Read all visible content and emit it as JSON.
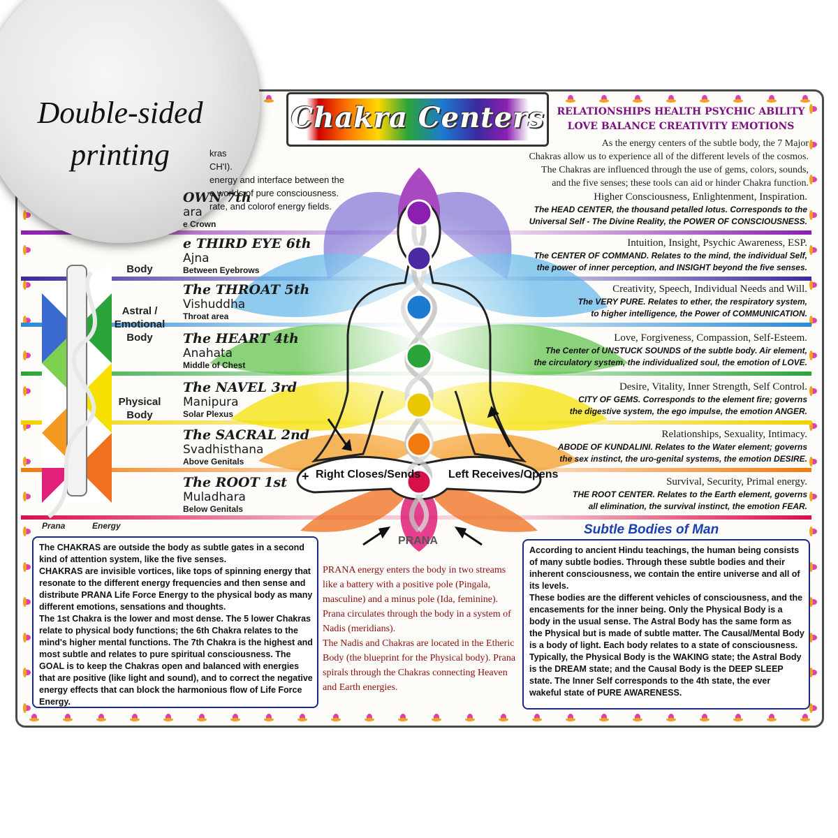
{
  "sticker": {
    "line1": "Double-sided",
    "line2": "printing"
  },
  "title": "Chakra Centers",
  "keywords": {
    "line1": "RELATIONSHIPS   HEALTH   PSYCHIC ABILITY",
    "line2": "LOVE   BALANCE   CREATIVITY   EMOTIONS"
  },
  "intro_right": [
    "As the energy centers of the subtle body, the 7 Major",
    "Chakras allow us to experience all of the different levels of the cosmos.",
    "The Chakras are influenced through the use of gems, colors, sounds,",
    "and the five senses; these tools can aid or hinder Chakra function."
  ],
  "intro_left": [
    "kras",
    "CH'I).",
    "energy and interface between the",
    "e worlds of pure consciousness.",
    "rate, and colorof energy fields."
  ],
  "body_labels": [
    {
      "text": "Body"
    },
    {
      "text": "Astral / Emotional Body"
    },
    {
      "text": "Physical Body"
    }
  ],
  "chakras": [
    {
      "name": "OWN 7th",
      "sanskrit": "ara",
      "location": "e Crown",
      "color": "#8a1fb0",
      "quality": "Higher Consciousness, Enlightenment, Inspiration.",
      "desc": [
        "The HEAD CENTER, the thousand petalled lotus. Corresponds to the",
        "Universal Self - The Divine Reality,  the POWER OF CONSCIOUSNESS."
      ]
    },
    {
      "name": "e THIRD EYE 6th",
      "sanskrit": "Ajna",
      "location": "Between Eyebrows",
      "color": "#3a2aa0",
      "quality": "Intuition, Insight, Psychic Awareness, ESP.",
      "desc": [
        "The CENTER OF COMMAND. Relates to the mind, the individual Self,",
        "the power of inner perception, and INSIGHT beyond the five senses."
      ]
    },
    {
      "name": "The THROAT 5th",
      "sanskrit": "Vishuddha",
      "location": "Throat area",
      "color": "#2a8ad8",
      "quality": "Creativity, Speech, Individual Needs and Will.",
      "desc": [
        "The VERY PURE. Relates to ether, the respiratory system,",
        "to higher intelligence, the Power of COMMUNICATION."
      ]
    },
    {
      "name": "The HEART 4th",
      "sanskrit": "Anahata",
      "location": "Middle of Chest",
      "color": "#2aa43a",
      "quality": "Love, Forgiveness, Compassion, Self-Esteem.",
      "desc": [
        "The Center of UNSTUCK SOUNDS of the subtle body. Air element,",
        "the circulatory system, the individualized soul, the emotion of LOVE."
      ]
    },
    {
      "name": "The NAVEL 3rd",
      "sanskrit": "Manipura",
      "location": "Solar Plexus",
      "color": "#f2d000",
      "quality": "Desire, Vitality, Inner Strength, Self Control.",
      "desc": [
        "CITY OF GEMS. Corresponds to the element fire; governs",
        "the digestive system, the ego impulse, the emotion ANGER."
      ]
    },
    {
      "name": "The SACRAL 2nd",
      "sanskrit": "Svadhisthana",
      "location": "Above Genitals",
      "color": "#f07a10",
      "quality": "Relationships, Sexuality, Intimacy.",
      "desc": [
        "ABODE OF KUNDALINI. Relates to the Water element; governs",
        "the sex instinct, the uro-genital systems, the emotion DESIRE."
      ]
    },
    {
      "name": "The ROOT 1st",
      "sanskrit": "Muladhara",
      "location": "Below Genitals",
      "color": "#d8104a",
      "quality": "Survival, Security, Primal energy.",
      "desc": [
        "THE ROOT CENTER. Relates to the Earth element, governs",
        "all elimination, the survival instinct, the emotion FEAR."
      ]
    }
  ],
  "figure": {
    "right_hand": "Right Closes/Sends",
    "left_hand": "Left Receives/Opens",
    "plus": "+",
    "minus": "-",
    "prana": "PRANA"
  },
  "spine_labels": {
    "prana": "Prana",
    "energy": "Energy"
  },
  "box_left": [
    "The CHAKRAS are outside the body as subtle gates in a second kind of attention system, like the five senses.",
    "CHAKRAS are invisible vortices, like tops of spinning energy that resonate to the different energy frequencies and then sense and distribute PRANA Life Force Energy to the physical body as many different emotions, sensations and thoughts.",
    "The 1st Chakra is the lower and most dense. The 5 lower Chakras relate to physical body functions; the 6th Chakra relates to the mind's higher mental functions. The 7th Chakra is the highest and most subtle and relates to pure spiritual consciousness. The GOAL is to keep the Chakras open and balanced with energies that are positive (like light and sound), and to correct the negative energy effects that can block the harmonious flow of Life Force Energy."
  ],
  "mid_text": [
    "PRANA energy enters the body in two streams like a battery with a positive pole (Pingala, masculine) and a minus pole (Ida, feminine). Prana circulates through the body in a system of Nadis (meridians).",
    "The Nadis and Chakras are located in the Etheric Body (the blueprint for the Physical body). Prana spirals through the Chakras connecting Heaven and Earth energies."
  ],
  "subtle_title": "Subtle Bodies of Man",
  "box_right": [
    "According to ancient Hindu teachings, the human being consists of many subtle bodies. Through these subtle bodies and their inherent consciousness, we contain the entire universe and all of its levels.",
    "These bodies are the different vehicles of consciousness, and the encasements for the inner being. Only the Physical Body is a body in the usual sense. The Astral Body has the same form as the Physical but is made of subtle matter. The Causal/Mental Body is a body of light. Each body relates to a state of consciousness. Typically, the Physical Body is the  WAKING state; the Astral Body is the DREAM state; and the Causal Body is the DEEP SLEEP state. The Inner Self corresponds to the 4th state, the ever wakeful state of PURE AWARENESS."
  ],
  "colors": {
    "border": "#4a4a4a",
    "box_border": "#1a2a80",
    "keyword": "#7b1080",
    "mid_text": "#8a1010",
    "accent_blue": "#1b3fb0"
  }
}
